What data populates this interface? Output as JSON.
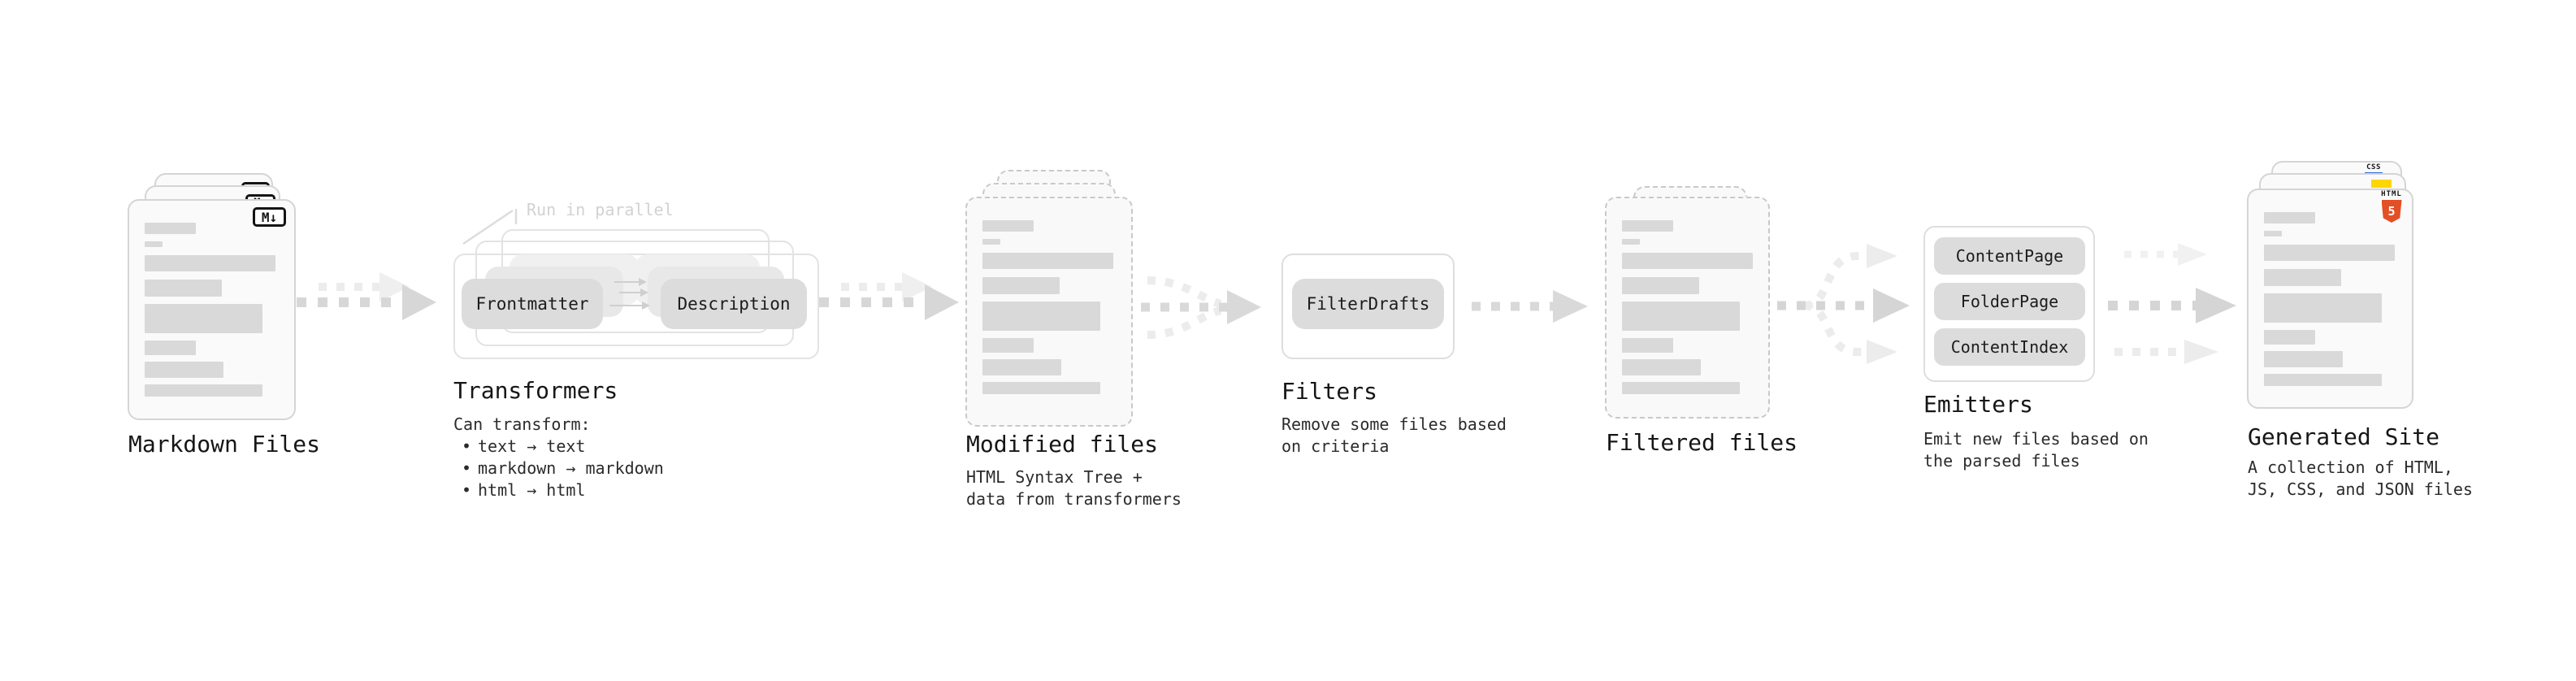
{
  "stages": {
    "markdown_files": {
      "label": "Markdown Files",
      "file_badge": "M↓"
    },
    "transformers": {
      "label": "Transformers",
      "annotation": "Run in parallel",
      "pill_left": "Frontmatter",
      "pill_right": "Description",
      "description_heading": "Can transform:",
      "bullets": [
        "text → text",
        "markdown → markdown",
        "html → html"
      ]
    },
    "modified_files": {
      "label": "Modified files",
      "description_lines": [
        "HTML Syntax Tree +",
        "data from transformers"
      ]
    },
    "filters": {
      "label": "Filters",
      "pill": "FilterDrafts",
      "description_lines": [
        "Remove some files based",
        "on criteria"
      ]
    },
    "filtered_files": {
      "label": "Filtered files"
    },
    "emitters": {
      "label": "Emitters",
      "pills": [
        "ContentPage",
        "FolderPage",
        "ContentIndex"
      ],
      "description_lines": [
        "Emit new files based on",
        "the parsed files"
      ]
    },
    "generated_site": {
      "label": "Generated Site",
      "description_lines": [
        "A collection of HTML,",
        "JS, CSS, and JSON files"
      ],
      "css_badge": "CSS",
      "html_badge": "HTML",
      "html_badge_number": "5"
    }
  },
  "colors": {
    "css_blue": "#2f6bdf",
    "js_yellow": "#ffd600",
    "html5_orange": "#e34f26",
    "arrow_gray": "#d7d7d7",
    "arrow_faint_gray": "#ececec",
    "pill_gray": "#dcdcdc",
    "card_fill": "#fafafa",
    "bar_gray": "#d9d9d9"
  }
}
